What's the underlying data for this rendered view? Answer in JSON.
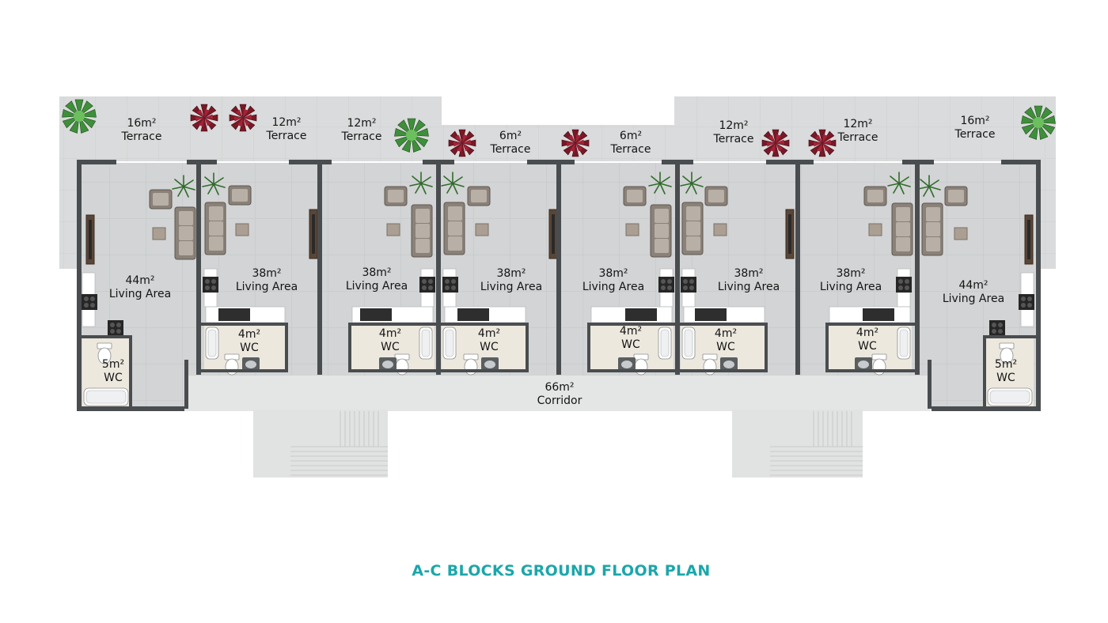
{
  "title": "A-C BLOCKS GROUND FLOOR PLAN",
  "colors": {
    "title": "#1ba7aa",
    "wall": "#4a4d4f",
    "floor": "#d3d5d6",
    "terrace": "#d9dadb",
    "corridor": "#e3e4e4",
    "plant_red": "#7a1826",
    "plant_green": "#3f8f3a"
  },
  "icons": [
    "plant-icon",
    "sofa-icon",
    "armchair-icon",
    "table-icon",
    "kitchen-counter-icon",
    "stove-icon",
    "toilet-icon",
    "bathtub-icon",
    "shower-icon",
    "sink-icon",
    "tv-unit-icon",
    "staircase-icon"
  ],
  "labels": {
    "t1": {
      "area": "16m²",
      "name": "Terrace"
    },
    "t2": {
      "area": "12m²",
      "name": "Terrace"
    },
    "t3": {
      "area": "12m²",
      "name": "Terrace"
    },
    "t4": {
      "area": "6m²",
      "name": "Terrace"
    },
    "t5": {
      "area": "6m²",
      "name": "Terrace"
    },
    "t6": {
      "area": "12m²",
      "name": "Terrace"
    },
    "t7": {
      "area": "12m²",
      "name": "Terrace"
    },
    "t8": {
      "area": "16m²",
      "name": "Terrace"
    },
    "l1": {
      "area": "44m²",
      "name": "Living Area"
    },
    "l2": {
      "area": "38m²",
      "name": "Living Area"
    },
    "l3": {
      "area": "38m²",
      "name": "Living Area"
    },
    "l4": {
      "area": "38m²",
      "name": "Living Area"
    },
    "l5": {
      "area": "38m²",
      "name": "Living Area"
    },
    "l6": {
      "area": "38m²",
      "name": "Living Area"
    },
    "l7": {
      "area": "38m²",
      "name": "Living Area"
    },
    "l8": {
      "area": "44m²",
      "name": "Living Area"
    },
    "w1": {
      "area": "5m²",
      "name": "WC"
    },
    "w2": {
      "area": "4m²",
      "name": "WC"
    },
    "w3": {
      "area": "4m²",
      "name": "WC"
    },
    "w4": {
      "area": "4m²",
      "name": "WC"
    },
    "w5": {
      "area": "4m²",
      "name": "WC"
    },
    "w6": {
      "area": "4m²",
      "name": "WC"
    },
    "w7": {
      "area": "4m²",
      "name": "WC"
    },
    "w8": {
      "area": "5m²",
      "name": "WC"
    },
    "corridor": {
      "area": "66m²",
      "name": "Corridor"
    }
  }
}
